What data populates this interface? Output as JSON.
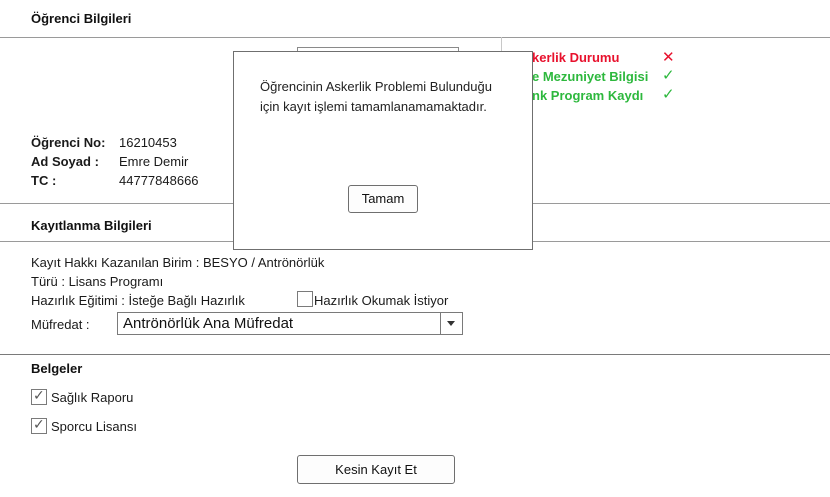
{
  "student_info": {
    "title": "Öğrenci Bilgileri",
    "number_label": "Öğrenci No:",
    "number_value": "16210453",
    "name_label": "Ad Soyad :",
    "name_value": "Emre Demir",
    "tc_label": "TC :",
    "tc_value": "44777848666"
  },
  "status": {
    "items": [
      {
        "label": "kerlik Durumu",
        "state": "fail",
        "icon": "cross-icon",
        "color": "#e8112d"
      },
      {
        "label": "e Mezuniyet Bilgisi",
        "state": "ok",
        "icon": "check-icon",
        "color": "#2db83d"
      },
      {
        "label": "nk Program Kaydı",
        "state": "ok",
        "icon": "check-icon",
        "color": "#2db83d"
      }
    ]
  },
  "registration": {
    "title": "Kayıtlanma Bilgileri",
    "unit_line": "Kayıt Hakkı Kazanılan Birim : BESYO / Antrönörlük",
    "type_line": "Türü : Lisans Programı",
    "prep_line": "Hazırlık Eğitimi : İsteğe Bağlı Hazırlık",
    "prep_checkbox_label": "Hazırlık Okumak İstiyor",
    "prep_checkbox_checked": false,
    "curriculum_label": "Müfredat :",
    "curriculum_value": "Antrönörlük Ana Müfredat"
  },
  "documents": {
    "title": "Belgeler",
    "items": [
      {
        "label": "Sağlık Raporu",
        "checked": true
      },
      {
        "label": "Sporcu Lisansı",
        "checked": true
      }
    ]
  },
  "actions": {
    "final_register": "Kesin Kayıt Et"
  },
  "modal": {
    "message": "Öğrencinin Askerlik Problemi Bulunduğu için kayıt işlemi tamamlanamamaktadır.",
    "ok_button": "Tamam"
  }
}
